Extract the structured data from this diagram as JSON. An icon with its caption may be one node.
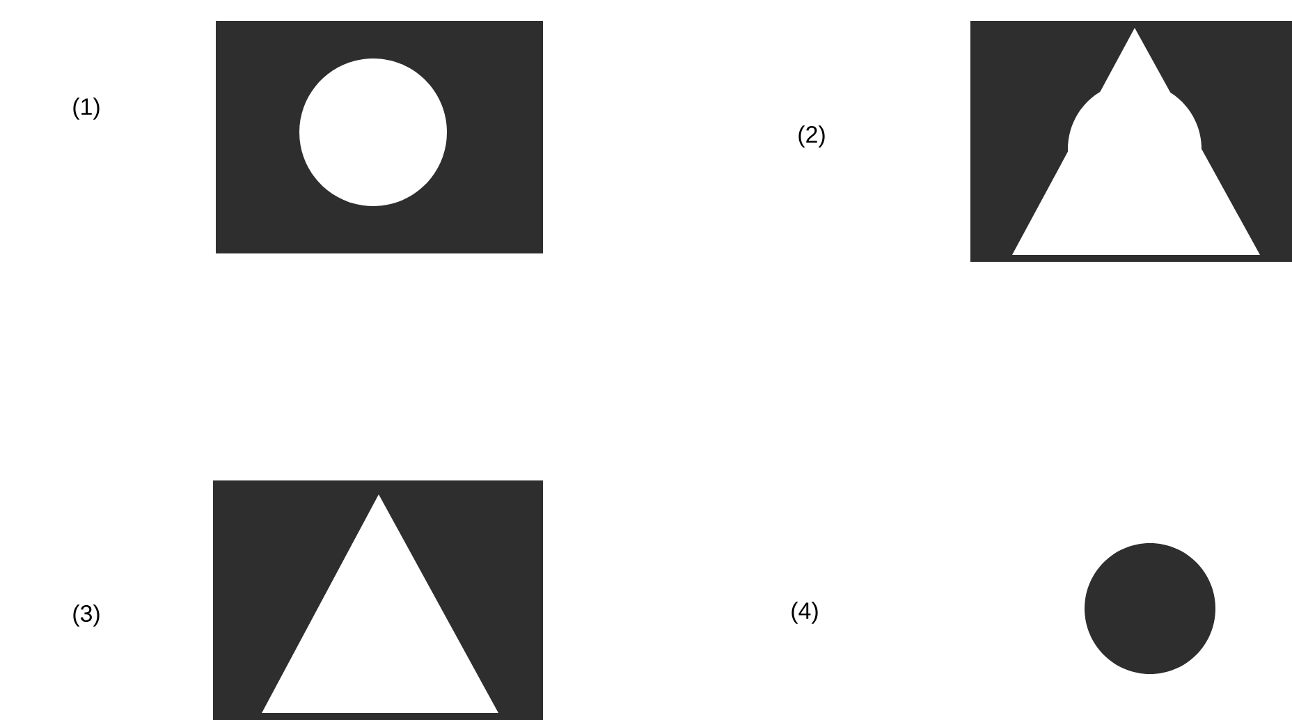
{
  "diagram": {
    "labels": [
      "(1)",
      "(2)",
      "(3)",
      "(4)"
    ]
  }
}
